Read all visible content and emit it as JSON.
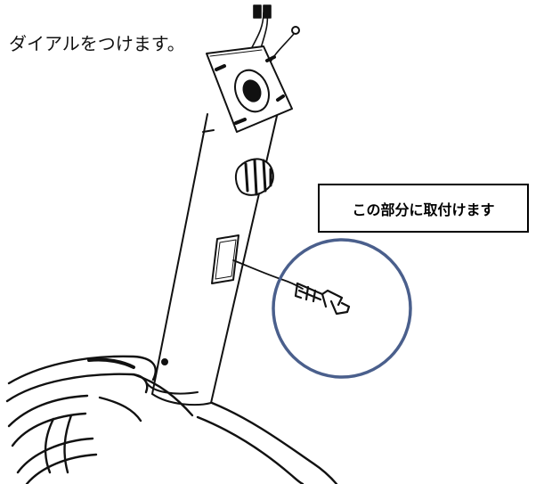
{
  "caption": "ダイアルをつけます。",
  "callout": {
    "label": "この部分に取付けます"
  },
  "colors": {
    "line": "#111111",
    "highlight_circle": "#4a5f8c",
    "background": "#ffffff"
  },
  "icons": {
    "assembly": "exercise-bike-seat-post-diagram",
    "highlight": "highlight-circle"
  }
}
